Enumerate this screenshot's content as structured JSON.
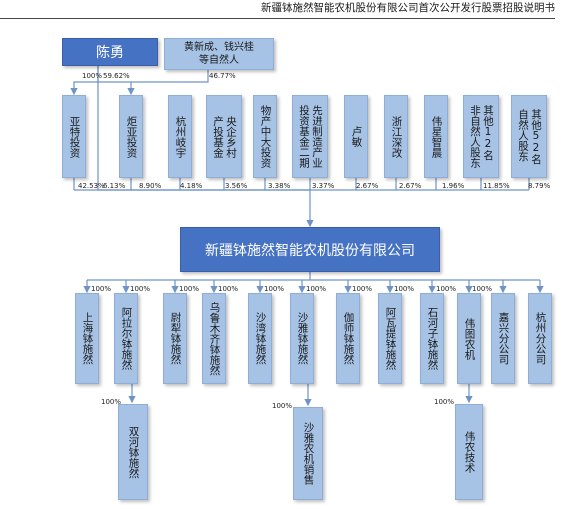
{
  "header": {
    "title": "新疆钵施然智能农机股份有限公司首次公开发行股票招股说明书"
  },
  "colors": {
    "box_fill": "#a6c3e6",
    "dark_fill": "#4672c4",
    "line": "#6f93c8"
  },
  "owners": {
    "chen": "陈勇",
    "natural": "黄新成、钱兴桂\n等自然人"
  },
  "top_labels": {
    "chen_yate": "100%",
    "chen_juya": "59.62%",
    "natural_juya": "46.77%"
  },
  "shareholders": [
    {
      "name": "亚特投资",
      "pct": "42.53%"
    },
    {
      "name": "炬亚投资",
      "pct": "8.90%"
    },
    {
      "name": "杭州岐宇",
      "pct": "4.18%"
    },
    {
      "name": "央企乡村\n产投基金",
      "pct": "3.56%"
    },
    {
      "name": "物产中大投资",
      "pct": "3.38%"
    },
    {
      "name": "先进制造产业\n投资基金二期",
      "pct": "3.37%"
    },
    {
      "name": "卢敏",
      "pct": "2.67%"
    },
    {
      "name": "浙江深改",
      "pct": "2.67%"
    },
    {
      "name": "伟星智晨",
      "pct": "1.96%"
    },
    {
      "name": "其他12名\n非自然人股东",
      "pct": "11.85%"
    },
    {
      "name": "其他52名\n自然人股东",
      "pct": "8.79%"
    }
  ],
  "chen_direct_pct": "6.13%",
  "company": "新疆钵施然智能农机股份有限公司",
  "subsidiaries": [
    {
      "name": "上海钵施然",
      "pct": "100%"
    },
    {
      "name": "阿拉尔钵施然",
      "pct": "100%"
    },
    {
      "name": "尉犁钵施然",
      "pct": "100%"
    },
    {
      "name": "乌鲁木齐钵施然",
      "pct": "100%"
    },
    {
      "name": "沙湾钵施然",
      "pct": "100%"
    },
    {
      "name": "沙雅钵施然",
      "pct": "100%"
    },
    {
      "name": "伽师钵施然",
      "pct": "100%"
    },
    {
      "name": "阿瓦提钵施然",
      "pct": "100%"
    },
    {
      "name": "石河子钵施然",
      "pct": "100%"
    },
    {
      "name": "伟图农机",
      "pct": "100%"
    },
    {
      "name": "嘉兴分公司",
      "pct": ""
    },
    {
      "name": "杭州分公司",
      "pct": ""
    }
  ],
  "grandchildren": [
    {
      "name": "双河钵施然",
      "pct": "100%"
    },
    {
      "name": "沙雅农机销售",
      "pct": "100%"
    },
    {
      "name": "伟农技术",
      "pct": "100%"
    }
  ]
}
